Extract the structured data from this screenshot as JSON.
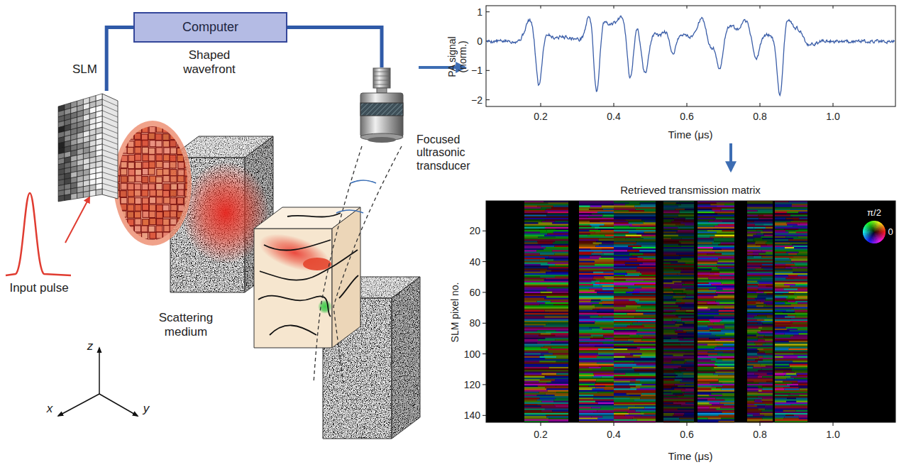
{
  "diagram": {
    "nodes": [
      {
        "text": [
          "Computer"
        ]
      },
      {
        "text": [
          "SLM"
        ]
      },
      {
        "text": [
          "Focused ultrasonic transducer"
        ]
      }
    ],
    "edges": [
      {
        "from": 0,
        "to": 1,
        "arrow": "none"
      },
      {
        "from": 0,
        "to": 2,
        "arrow": "none"
      }
    ],
    "labels": [
      "Shaped wavefront",
      "Scattering medium",
      "Input pulse",
      "z",
      "x",
      "y",
      "PA signal (norm.)",
      "1",
      "0",
      "−1",
      "−2",
      "0.2",
      "0.4",
      "0.6",
      "0.8",
      "1.0",
      "Time (μs)",
      "Retrieved transmission matrix",
      "20",
      "40",
      "60",
      "80",
      "100",
      "120",
      "140",
      "SLM pixel no.",
      "0.2",
      "0.4",
      "0.6",
      "0.8",
      "1.0",
      "Time (μs)",
      "π/2",
      "0"
    ]
  }
}
